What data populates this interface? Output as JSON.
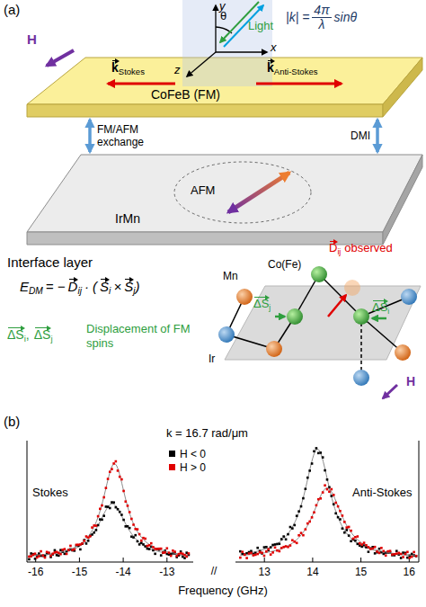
{
  "diagram": {
    "nodes": [
      {
        "text": [
          "CoFeB (FM)"
        ]
      },
      {
        "text": [
          "IrMn"
        ]
      },
      {
        "text": [
          "AFM"
        ],
        "in": 1
      }
    ],
    "edges": [
      {
        "from": 0,
        "to": 1,
        "arrow": "both",
        "label": "FM/AFM exchange"
      },
      {
        "from": 0,
        "to": 1,
        "arrow": "both",
        "label": "DMI"
      }
    ],
    "labels": [
      "(a)",
      "y",
      "θ",
      "Light",
      "x",
      "z",
      "|k| =",
      "4π",
      "λ",
      "sinθ",
      "H",
      "k",
      "Stokes",
      "k",
      "Anti-Stokes",
      "Interface layer",
      "E",
      "DM",
      "= −",
      "D",
      "ij",
      "· (",
      "S",
      "i",
      "×",
      "S",
      "j",
      ")",
      "ΔS",
      "i",
      ",",
      "ΔS",
      "j",
      "Displacement of FM spins",
      "D",
      "ij",
      "observed",
      "Co(Fe)",
      "Mn",
      "Ir",
      "ΔS",
      "j",
      "ΔS",
      "i",
      "H",
      "(b)",
      "k = 16.7 rad/μm",
      "Stokes",
      "Anti-Stokes",
      "-16",
      "-15",
      "-14",
      "-13",
      "13",
      "14",
      "15",
      "16",
      "//",
      "Frequency (GHz)"
    ],
    "legend": [
      {
        "text": "H < 0",
        "color": "#000000"
      },
      {
        "text": "H > 0",
        "color": "#e00000"
      }
    ]
  }
}
